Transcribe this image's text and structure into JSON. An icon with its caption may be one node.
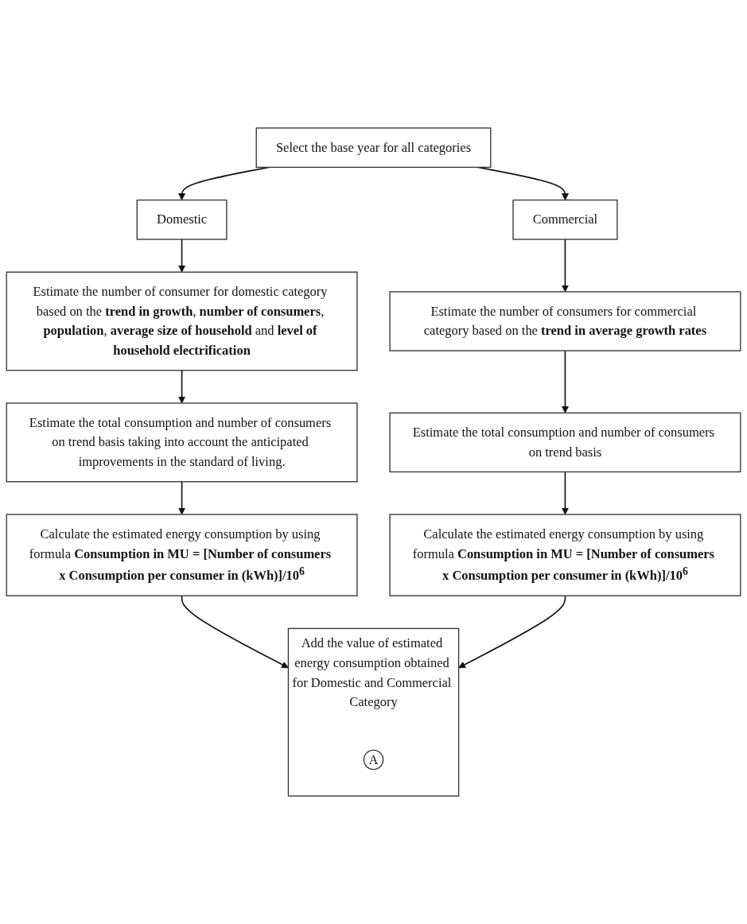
{
  "diagram": {
    "nodes": [
      {
        "text": [
          "Select the base year for all categories"
        ]
      },
      {
        "text": [
          "Domestic"
        ]
      },
      {
        "text": [
          "Commercial"
        ]
      },
      {
        "text": [
          "Estimate the number of consumer for domestic category based on the **trend in growth**, **number of consumers**, **population**, **average size of household** and **level of household electrification**"
        ]
      },
      {
        "text": [
          "Estimate the number of consumers for commercial category based on the **trend in average growth rates**"
        ]
      },
      {
        "text": [
          "Estimate the total consumption and number of consumers on trend basis taking into account the anticipated improvements in the standard of living."
        ]
      },
      {
        "text": [
          "Estimate the total consumption and number of consumers on trend basis"
        ]
      },
      {
        "text": [
          "Calculate the estimated energy consumption by using formula **Consumption in MU = [Number of consumers x Consumption per consumer in (kWh)]/10$^{6}$**"
        ]
      },
      {
        "text": [
          "Calculate the estimated energy consumption by using formula **Consumption in MU = [Number of consumers x Consumption per consumer in (kWh)]/10$^{6}$**"
        ]
      },
      {
        "text": [
          "Add the value of estimated energy consumption obtained for Domestic and Commercial Category"
        ]
      },
      {
        "text": [
          "A"
        ],
        "in": 9
      }
    ],
    "edges": [
      {
        "from": 0,
        "to": 1,
        "arrow": "to"
      },
      {
        "from": 0,
        "to": 2,
        "arrow": "to"
      },
      {
        "from": 1,
        "to": 3,
        "arrow": "to"
      },
      {
        "from": 3,
        "to": 5,
        "arrow": "to"
      },
      {
        "from": 5,
        "to": 7,
        "arrow": "to"
      },
      {
        "from": 2,
        "to": 4,
        "arrow": "to"
      },
      {
        "from": 4,
        "to": 6,
        "arrow": "to"
      },
      {
        "from": 6,
        "to": 8,
        "arrow": "to"
      },
      {
        "from": 7,
        "to": 9,
        "arrow": "to"
      },
      {
        "from": 8,
        "to": 9,
        "arrow": "to"
      }
    ]
  }
}
